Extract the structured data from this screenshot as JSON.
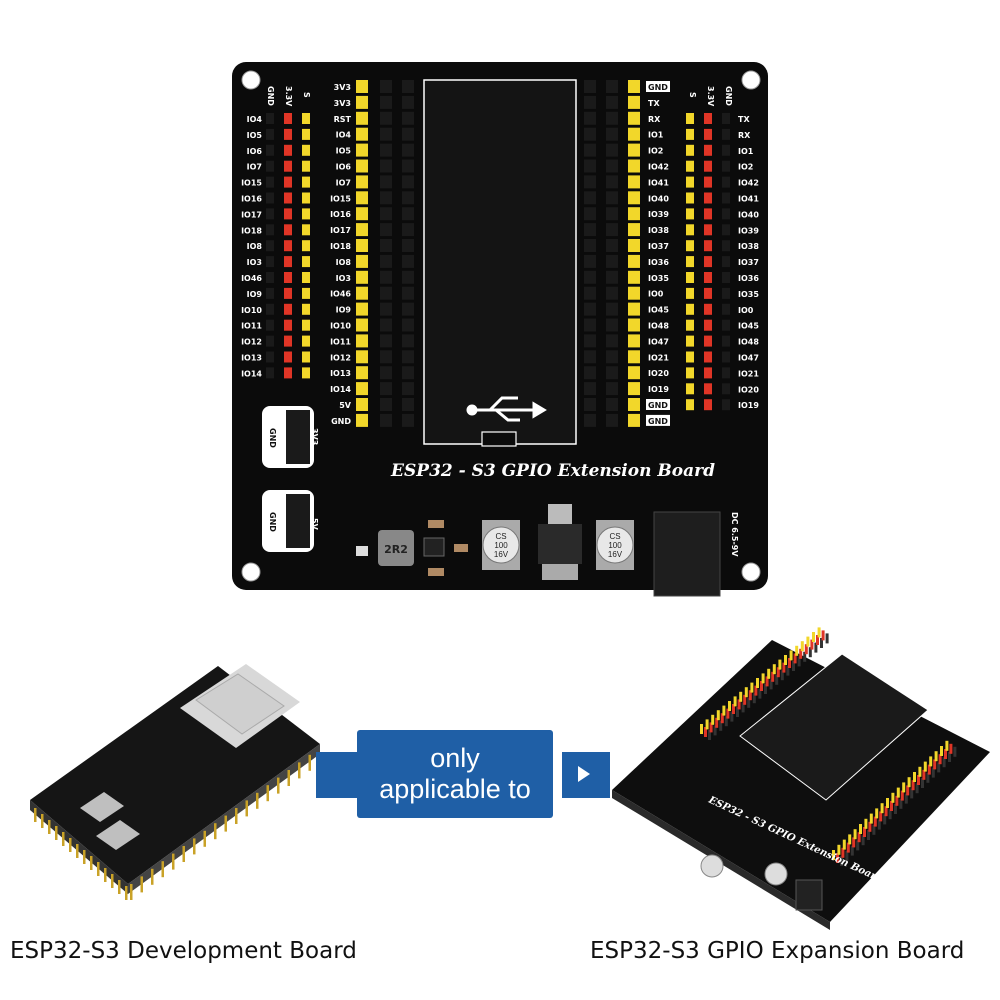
{
  "top_board": {
    "title": "ESP32 - S3 GPIO Extension Board",
    "left_outer_labels": [
      "IO4",
      "IO5",
      "IO6",
      "IO7",
      "IO15",
      "IO16",
      "IO17",
      "IO18",
      "IO8",
      "IO3",
      "IO46",
      "IO9",
      "IO10",
      "IO11",
      "IO12",
      "IO13",
      "IO14"
    ],
    "left_inner_labels": [
      "3V3",
      "3V3",
      "RST",
      "IO4",
      "IO5",
      "IO6",
      "IO7",
      "IO15",
      "IO16",
      "IO17",
      "IO18",
      "IO8",
      "IO3",
      "IO46",
      "IO9",
      "IO10",
      "IO11",
      "IO12",
      "IO13",
      "IO14",
      "5V",
      "GND"
    ],
    "right_inner_labels": [
      "GND",
      "TX",
      "RX",
      "IO1",
      "IO2",
      "IO42",
      "IO41",
      "IO40",
      "IO39",
      "IO38",
      "IO37",
      "IO36",
      "IO35",
      "IO0",
      "IO45",
      "IO48",
      "IO47",
      "IO21",
      "IO20",
      "IO19",
      "GND",
      "GND"
    ],
    "right_outer_labels": [
      "TX",
      "RX",
      "IO1",
      "IO2",
      "IO42",
      "IO41",
      "IO40",
      "IO39",
      "IO38",
      "IO37",
      "IO36",
      "IO35",
      "IO0",
      "IO45",
      "IO48",
      "IO47",
      "IO21",
      "IO20",
      "IO19"
    ],
    "header_gnd": "GND",
    "header_3v3": "3.3V",
    "header_s": "S",
    "pwr_block_1": [
      "GND",
      "3V3"
    ],
    "pwr_block_2": [
      "GND",
      "5V"
    ],
    "cap_text": [
      "CS",
      "100",
      "16V"
    ],
    "dc_jack_label": "DC 6.5-9V",
    "inductor_label": "2R2"
  },
  "callout": {
    "line1": "only",
    "line2": "applicable to"
  },
  "captions": {
    "left": "ESP32-S3 Development Board",
    "right": "ESP32-S3 GPIO Expansion Board"
  },
  "colors": {
    "pcb": "#0b0b0b",
    "signal_pin": "#f2d72a",
    "power_pin": "#e03526",
    "accent_blue": "#1f5fa6"
  }
}
